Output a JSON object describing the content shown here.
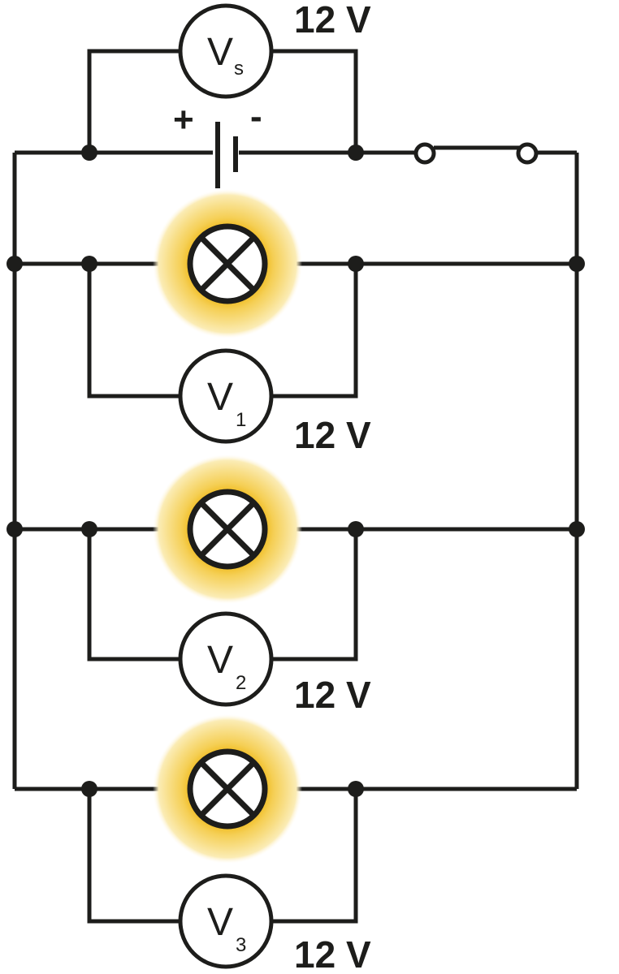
{
  "battery": {
    "positive_label": "+",
    "negative_label": "-"
  },
  "voltmeters": [
    {
      "letter": "V",
      "subscript": "s",
      "reading": "12 V"
    },
    {
      "letter": "V",
      "subscript": "1",
      "reading": "12 V"
    },
    {
      "letter": "V",
      "subscript": "2",
      "reading": "12 V"
    },
    {
      "letter": "V",
      "subscript": "3",
      "reading": "12 V"
    }
  ],
  "lamps": [
    {
      "name": "lamp-1",
      "lit": true
    },
    {
      "name": "lamp-2",
      "lit": true
    },
    {
      "name": "lamp-3",
      "lit": true
    }
  ],
  "colors": {
    "wire": "#1d1d1b",
    "lamp_glow_outer": "#fbe9a8",
    "lamp_glow_mid": "#f7d873",
    "lamp_glow_inner": "#f1bf2a"
  }
}
